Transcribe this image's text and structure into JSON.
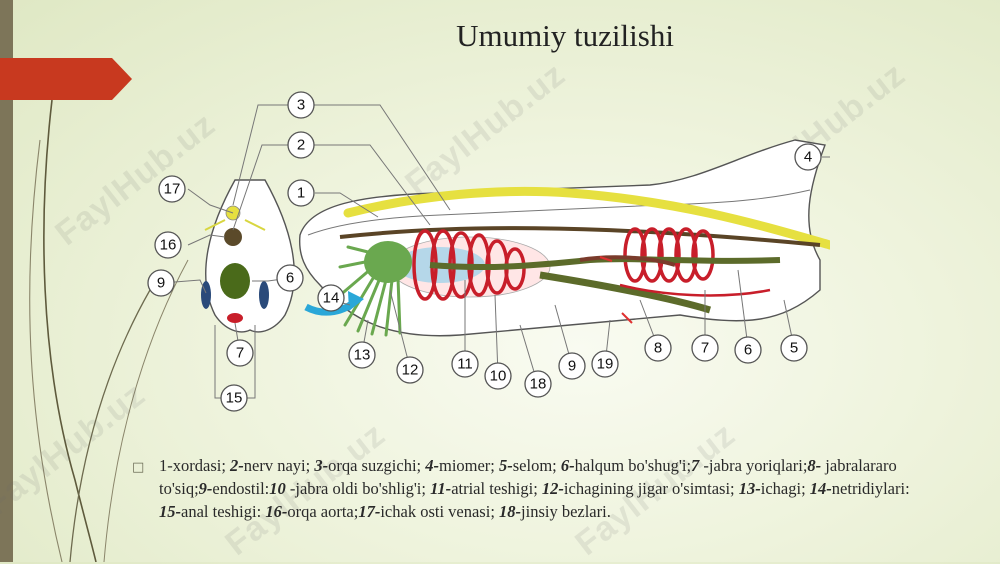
{
  "title": "Umumiy tuzilishi",
  "watermark": "FaylHub.uz",
  "labels": [
    "1",
    "2",
    "3",
    "4",
    "5",
    "6",
    "7",
    "8",
    "9",
    "10",
    "11",
    "12",
    "13",
    "14",
    "15",
    "16",
    "17",
    "18",
    "19"
  ],
  "legend": [
    {
      "num": "",
      "text": "1-xordasi; "
    },
    {
      "num": "2-",
      "text": "nerv nayi; "
    },
    {
      "num": "3-",
      "text": "orqa suzgichi; "
    },
    {
      "num": "4-",
      "text": "miomer; "
    },
    {
      "num": "5-",
      "text": "selom; "
    },
    {
      "num": "6-",
      "text": "halqum bo'shug'i;"
    },
    {
      "num": "7",
      "text": " -jabra yoriqlari;"
    },
    {
      "num": "8-",
      "text": " jabralararo to'siq;"
    },
    {
      "num": "9-",
      "text": "endostil:"
    },
    {
      "num": "10",
      "text": " -jabra oldi bo'shlig'i; "
    },
    {
      "num": "11-",
      "text": "atrial teshigi; "
    },
    {
      "num": "12-",
      "text": "ichagining jigar o'simtasi; "
    },
    {
      "num": "13-",
      "text": "ichagi; "
    },
    {
      "num": "14-",
      "text": "netridiylari: "
    },
    {
      "num": "15-",
      "text": "anal teshigi: "
    },
    {
      "num": "16-",
      "text": "orqa aorta;"
    },
    {
      "num": "17-",
      "text": "ichak osti venasi; "
    },
    {
      "num": "18-",
      "text": "jinsiy bezlari."
    }
  ],
  "colors": {
    "accent_red": "#c8391f",
    "left_bar": "#7d7559",
    "notochord": "#e6e040",
    "gill_red": "#c81e2a",
    "gut_green": "#5c6b2a",
    "tentacles": "#6aa84f",
    "water_arrow": "#2aa7d8"
  }
}
